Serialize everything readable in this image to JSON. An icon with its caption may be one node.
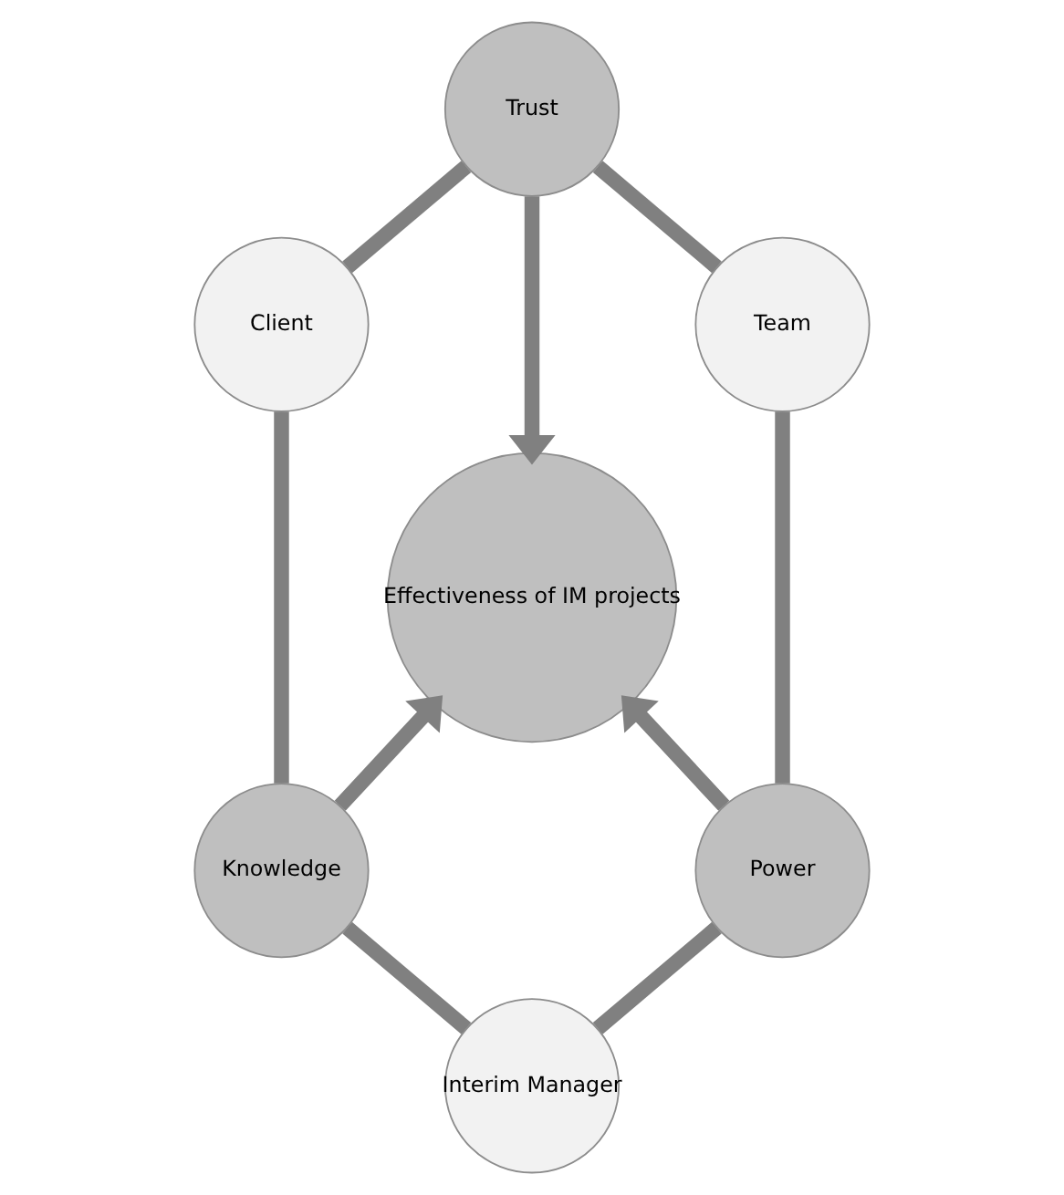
{
  "diagram": {
    "nodes": [
      {
        "text": [
          "Trust"
        ]
      },
      {
        "text": [
          "Team"
        ]
      },
      {
        "text": [
          "Power"
        ]
      },
      {
        "text": [
          "Interim Manager"
        ]
      },
      {
        "text": [
          "Knowledge"
        ]
      },
      {
        "text": [
          "Client"
        ]
      },
      {
        "text": [
          "Effectiveness of IM projects"
        ]
      }
    ],
    "edges": [
      {
        "from": 0,
        "to": 1,
        "arrow": "none"
      },
      {
        "from": 1,
        "to": 2,
        "arrow": "none"
      },
      {
        "from": 2,
        "to": 3,
        "arrow": "none"
      },
      {
        "from": 3,
        "to": 4,
        "arrow": "none"
      },
      {
        "from": 4,
        "to": 5,
        "arrow": "none"
      },
      {
        "from": 5,
        "to": 0,
        "arrow": "none"
      },
      {
        "from": 0,
        "to": 6,
        "arrow": "to"
      },
      {
        "from": 4,
        "to": 6,
        "arrow": "to"
      },
      {
        "from": 2,
        "to": 6,
        "arrow": "to"
      }
    ]
  }
}
